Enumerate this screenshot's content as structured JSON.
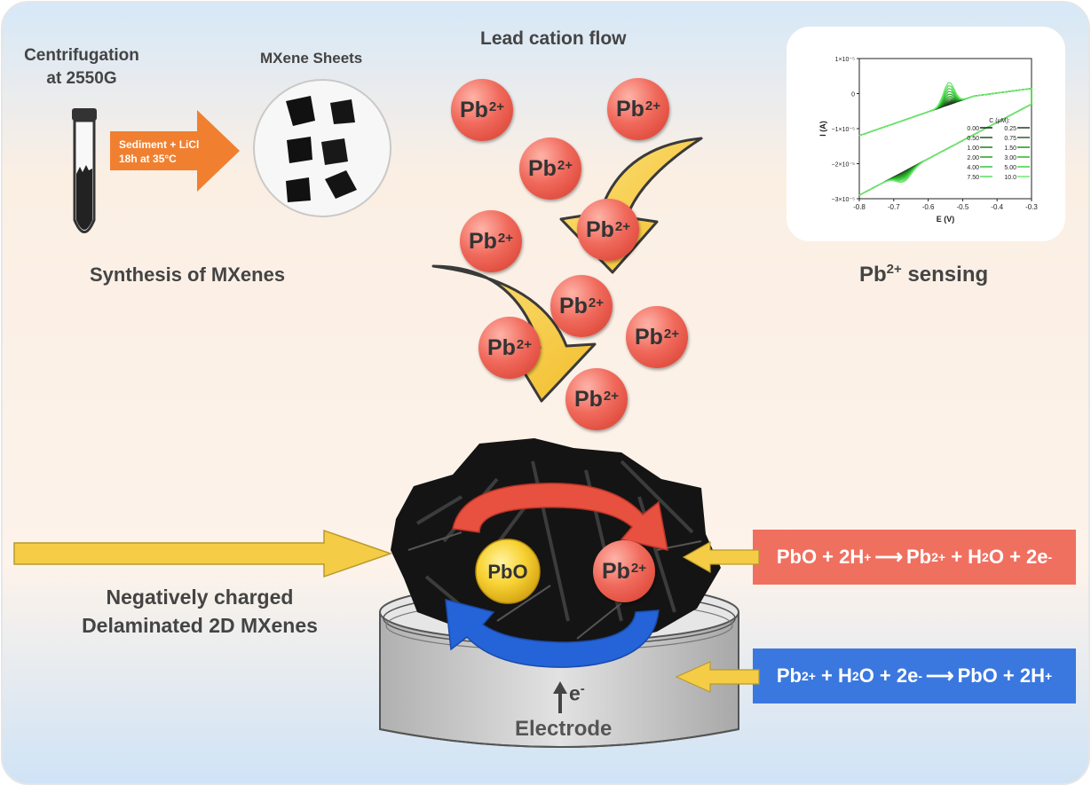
{
  "synthesis": {
    "centrifugation_line1": "Centrifugation",
    "centrifugation_line2": "at 2550G",
    "mxene_sheets": "MXene Sheets",
    "arrow_line1": "Sediment + LiCl",
    "arrow_line2": "18h at 35°C",
    "section_title": "Synthesis of MXenes"
  },
  "flow": {
    "title": "Lead cation flow",
    "ion_base": "Pb",
    "ion_charge": "2+"
  },
  "sensing": {
    "title_base": "Pb",
    "title_charge": "2+",
    "title_rest": "sensing"
  },
  "electrode": {
    "label": "Electrode",
    "electron_base": "e",
    "electron_charge": "-",
    "pbo_label": "PbO",
    "mxene_label_line1": "Negatively charged",
    "mxene_label_line2": "Delaminated 2D MXenes"
  },
  "equations": {
    "oxidation": {
      "a": "PbO + 2H",
      "a_sup": "+",
      "b": "Pb",
      "b_sup": "2+",
      "c": " + H",
      "c_sub": "2",
      "d": "O + 2e",
      "d_sup": "-"
    },
    "reduction": {
      "a": "Pb",
      "a_sup": "2+",
      "b": " + H",
      "b_sub": "2",
      "c": "O + 2e",
      "c_sup": "-",
      "d": "PbO + 2H",
      "d_sup": "+"
    }
  },
  "colors": {
    "background_top": "#dbeaf7",
    "background_mid": "#fdf2e6",
    "oxidation_box": "#f07060",
    "reduction_box": "#3a78e0",
    "arrow_yellow": "#f5cc45",
    "ion_red": "#e8503f",
    "orange_arrow": "#f08030"
  },
  "chart_data": {
    "type": "line",
    "title": "",
    "xlabel": "E (V)",
    "ylabel": "I (A)",
    "xlim": [
      -0.8,
      -0.3
    ],
    "ylim": [
      -3e-05,
      1e-05
    ],
    "x_ticks": [
      "-0.8",
      "-0.7",
      "-0.6",
      "-0.5",
      "-0.4",
      "-0.3"
    ],
    "y_ticks": [
      "1×10⁻⁵",
      "0",
      "−1×10⁻⁵",
      "−2×10⁻⁵",
      "−3×10⁻⁵"
    ],
    "legend_title": "C (μM):",
    "legend_placement": "bottom-right",
    "series": [
      {
        "name": "0.00",
        "color": "#1f1f1f",
        "peak": 0.0
      },
      {
        "name": "0.25",
        "color": "#233a23",
        "peak": 0.2
      },
      {
        "name": "0.50",
        "color": "#245024",
        "peak": 0.5
      },
      {
        "name": "0.75",
        "color": "#246524",
        "peak": 0.8
      },
      {
        "name": "1.00",
        "color": "#237a23",
        "peak": 1.2
      },
      {
        "name": "1.50",
        "color": "#229022",
        "peak": 1.7
      },
      {
        "name": "2.00",
        "color": "#22a422",
        "peak": 2.3
      },
      {
        "name": "3.00",
        "color": "#2ab42a",
        "peak": 3.0
      },
      {
        "name": "4.00",
        "color": "#38c238",
        "peak": 3.8
      },
      {
        "name": "5.00",
        "color": "#48cf48",
        "peak": 4.6
      },
      {
        "name": "7.50",
        "color": "#5bdc5b",
        "peak": 5.5
      },
      {
        "name": "10.0",
        "color": "#70e870",
        "peak": 6.4
      }
    ]
  }
}
